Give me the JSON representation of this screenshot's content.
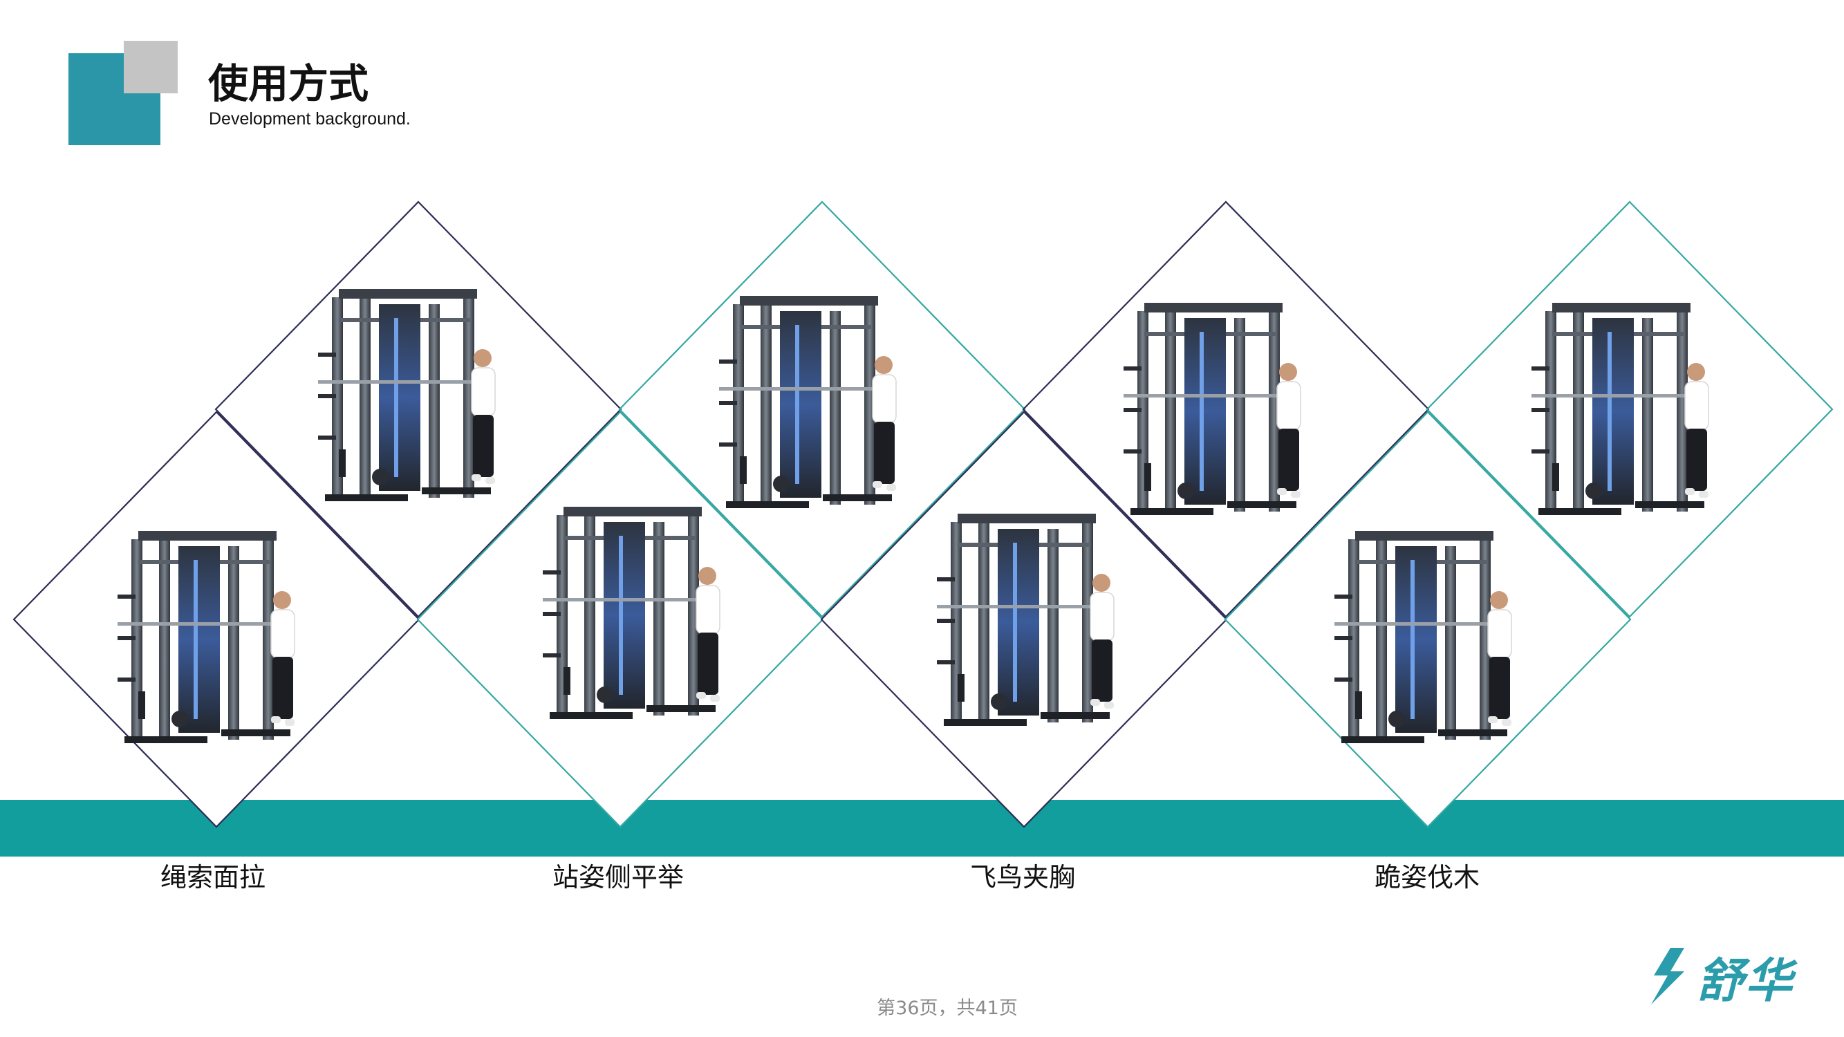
{
  "header": {
    "title": "使用方式",
    "subtitle": "Development background."
  },
  "exercises": [
    {
      "label": "绳索面拉"
    },
    {
      "label": "站姿侧平举"
    },
    {
      "label": "飞鸟夹胸"
    },
    {
      "label": "跪姿伐木"
    }
  ],
  "footer": {
    "page_indicator": "第36页，共41页",
    "brand_name": "舒华"
  },
  "colors": {
    "teal": "#129e9d",
    "accent_teal": "#2a96a8",
    "gray": "#c4c4c4",
    "navy_line": "#2e2d55",
    "teal_line": "#35a7a2"
  },
  "icons": [
    "brand-logo-icon",
    "gym-machine-photo"
  ]
}
